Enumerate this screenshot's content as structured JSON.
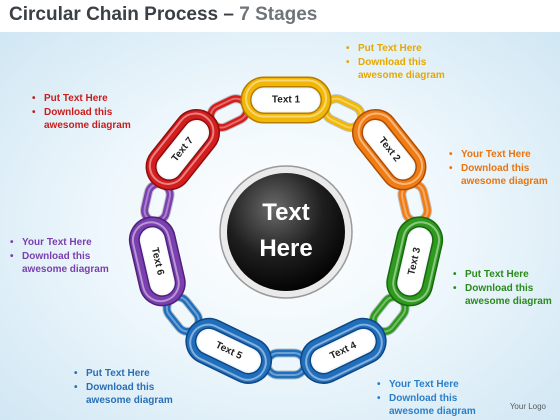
{
  "title": {
    "main": "Circular Chain Process",
    "sub": "7 Stages"
  },
  "center_text": {
    "line1": "Text",
    "line2": "Here"
  },
  "links": [
    {
      "label": "Text 1",
      "color": "#f2b705",
      "dark": "#b57e00"
    },
    {
      "label": "Text 2",
      "color": "#f07c14",
      "dark": "#b04d00"
    },
    {
      "label": "Text 3",
      "color": "#2e9a1e",
      "dark": "#1b6610"
    },
    {
      "label": "Text 4",
      "color": "#1f6fbd",
      "dark": "#104684"
    },
    {
      "label": "Text 5",
      "color": "#1f6fbd",
      "dark": "#104684"
    },
    {
      "label": "Text 6",
      "color": "#7b3fb0",
      "dark": "#4e217a"
    },
    {
      "label": "Text 7",
      "color": "#d41d1d",
      "dark": "#8e0d0d"
    }
  ],
  "connectors": [
    {
      "color": "#f2b705"
    },
    {
      "color": "#f07c14"
    },
    {
      "color": "#2e9a1e"
    },
    {
      "color": "#1f6fbd"
    },
    {
      "color": "#1f6fbd"
    },
    {
      "color": "#7b3fb0"
    },
    {
      "color": "#d41d1d"
    }
  ],
  "notes": [
    {
      "color": "#e6a800",
      "lines": [
        "Put Text Here",
        "Download this awesome diagram"
      ]
    },
    {
      "color": "#e87412",
      "lines": [
        "Your Text Here",
        "Download this awesome diagram"
      ]
    },
    {
      "color": "#2a8a1c",
      "lines": [
        "Put Text Here",
        "Download this awesome diagram"
      ]
    },
    {
      "color": "#2a7fc9",
      "lines": [
        "Your Text Here",
        "Download this awesome diagram"
      ]
    },
    {
      "color": "#2a6fb5",
      "lines": [
        "Put Text Here",
        "Download this awesome diagram"
      ]
    },
    {
      "color": "#7a3fae",
      "lines": [
        "Your Text Here",
        "Download this awesome diagram"
      ]
    },
    {
      "color": "#c81d1d",
      "lines": [
        "Put Text Here",
        "Download this awesome diagram"
      ]
    }
  ],
  "logo": "Your Logo"
}
